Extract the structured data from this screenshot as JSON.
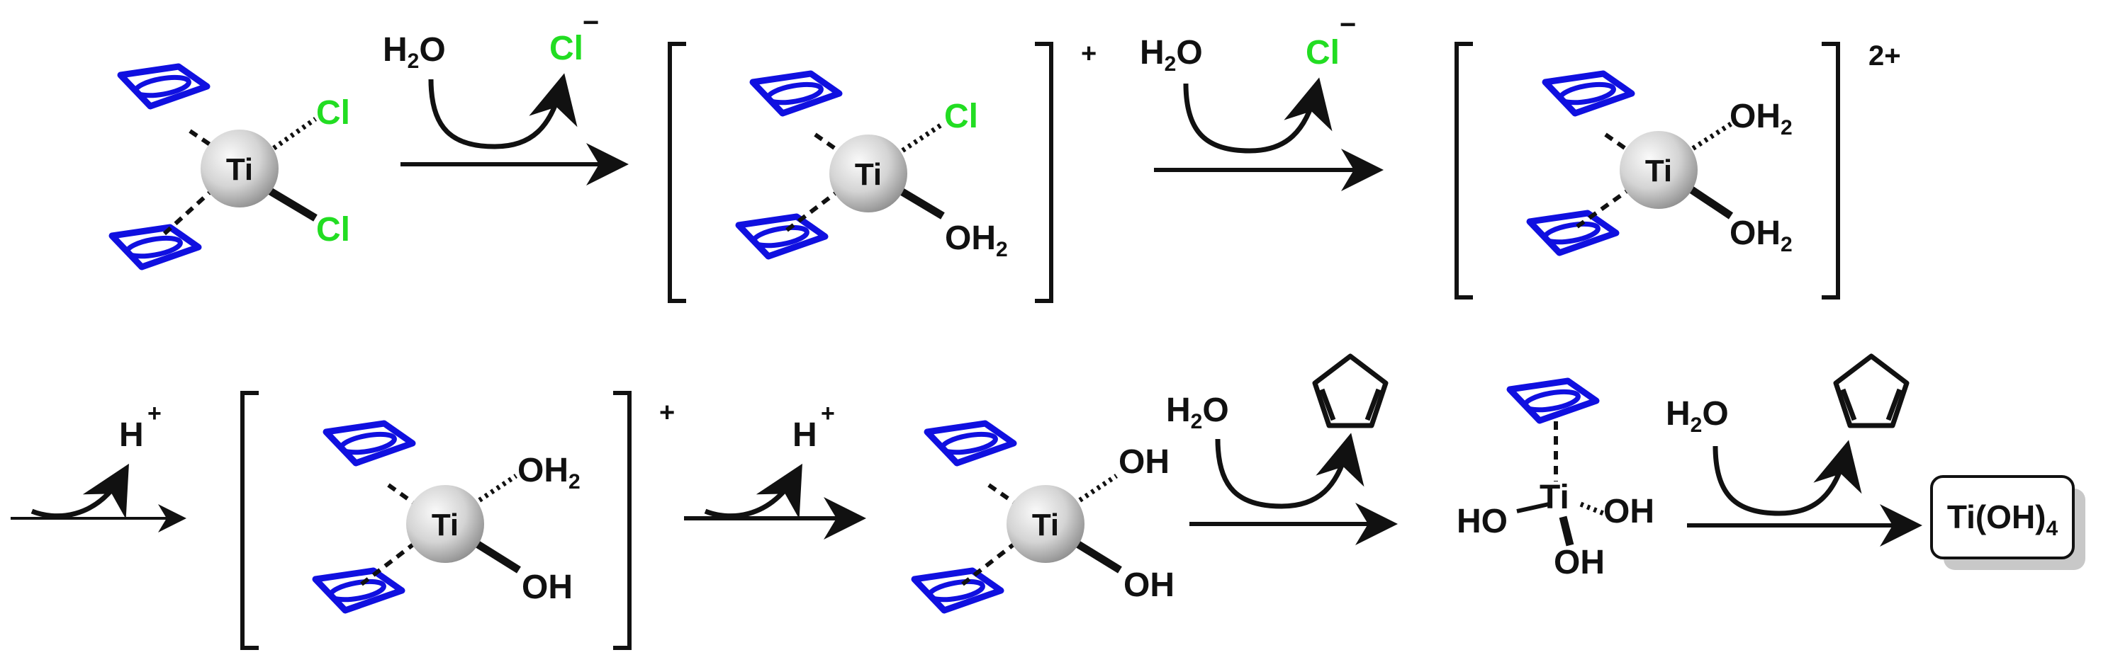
{
  "colors": {
    "cp_ring": "#1010e0",
    "chloride": "#22dd22",
    "bond": "#111111",
    "ti_sphere_light": "#f2f2f2",
    "ti_sphere_dark": "#9a9a9a"
  },
  "labels": {
    "ti": "Ti",
    "cl": "Cl",
    "oh": "OH",
    "ho": "HO",
    "oh_sym": "O",
    "h": "H",
    "two": "2",
    "four": "4",
    "minus": "−",
    "plus": "+",
    "two_plus": "2+",
    "ti_oh4": "Ti(OH)",
    "ti_oh4_sub": "4"
  }
}
